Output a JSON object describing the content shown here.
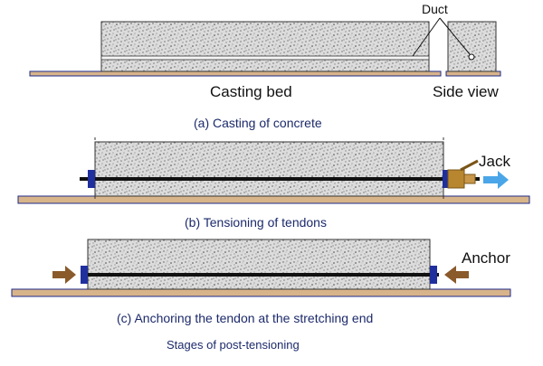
{
  "labels": {
    "duct": "Duct",
    "casting_bed": "Casting bed",
    "side_view": "Side view",
    "caption_a": "(a) Casting of concrete",
    "jack": "Jack",
    "caption_b": "(b) Tensioning of tendons",
    "anchor": "Anchor",
    "caption_c": "(c) Anchoring the tendon at the stretching end",
    "title": "Stages of post-tensioning"
  },
  "colors": {
    "concrete_fill": "#dcdcdc",
    "concrete_speckle": "#555555",
    "bed_fill": "#d8b48a",
    "bed_edge": "#1e2a8a",
    "tendon": "#111111",
    "anchor_plate": "#1f2f9e",
    "jack_body": "#b8862f",
    "jack_arrow": "#4aa6e8",
    "anchor_arrow": "#8a5a2b",
    "caption_text": "#1c2a6b"
  }
}
